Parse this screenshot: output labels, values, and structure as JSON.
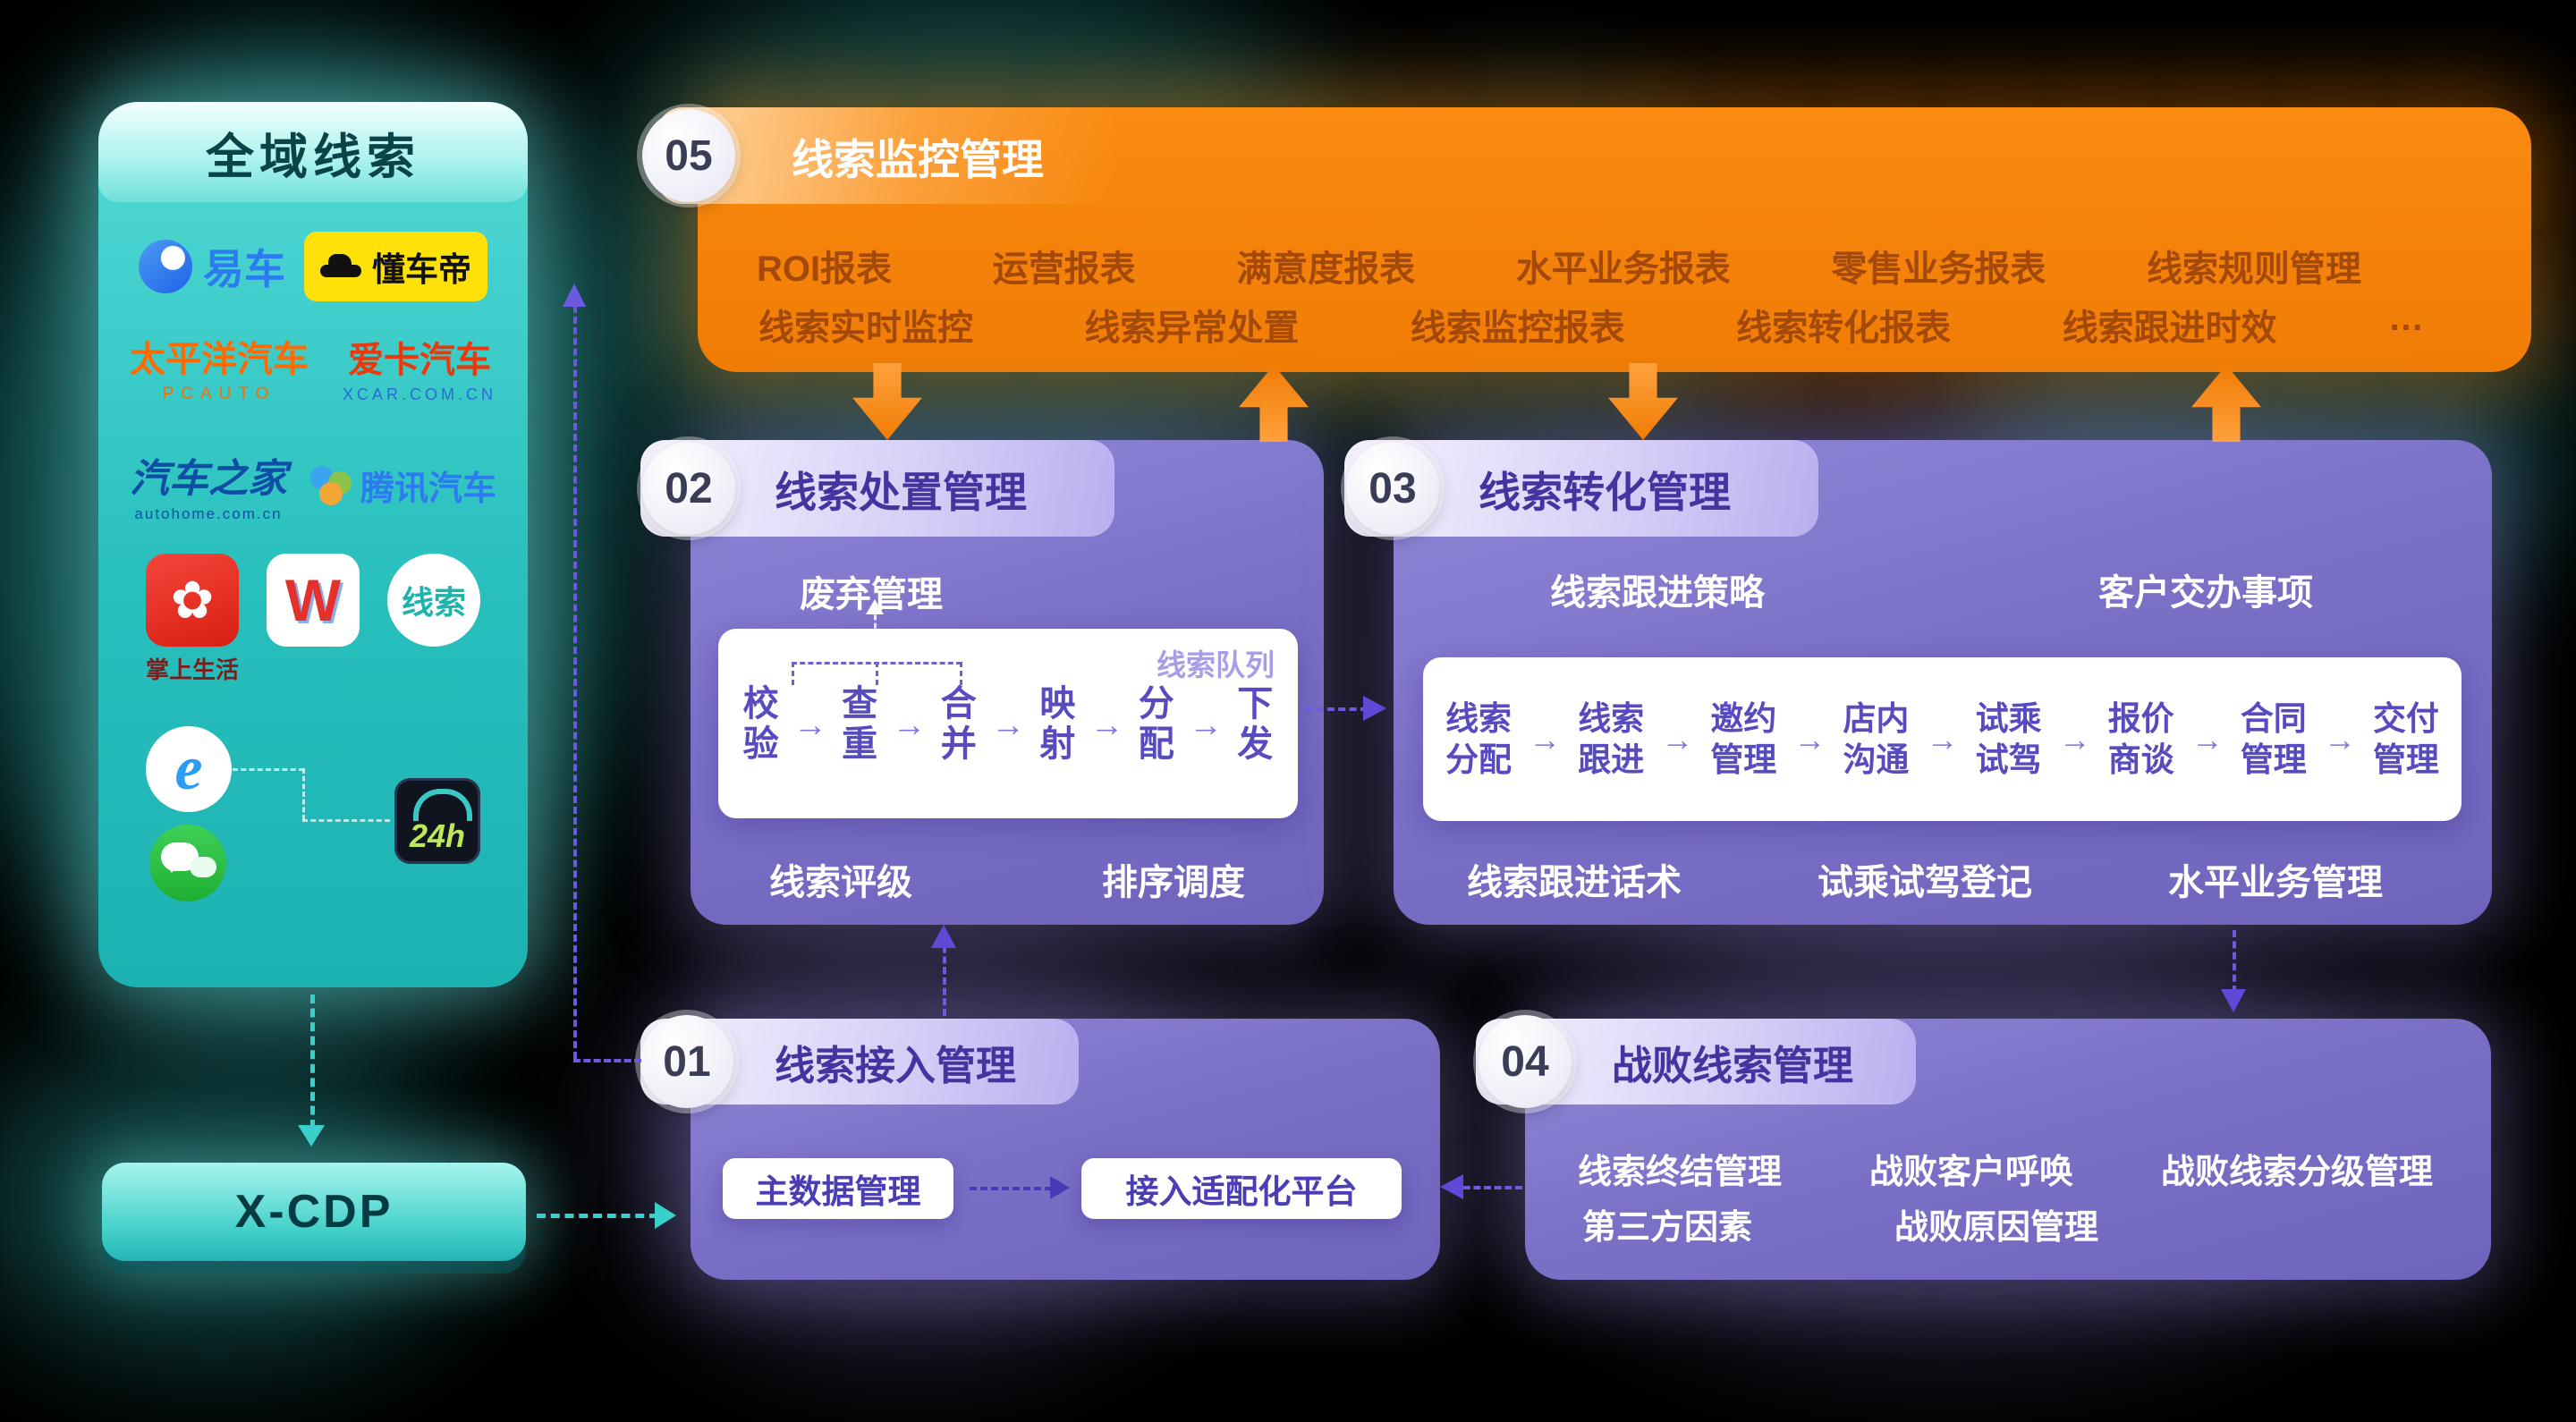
{
  "colors": {
    "teal": "#2EC6C2",
    "orange": "#F8830B",
    "purple_panel": "#7B70C8",
    "purple_text": "#43349F",
    "flow_text": "#584BC0"
  },
  "glyphs": {
    "arrow_right": "→",
    "flower": "✿",
    "ie_e": "e",
    "w_letter": "W",
    "service_24h": "24h"
  },
  "source_panel": {
    "title": "全域线索",
    "logos": [
      {
        "name": "yiche",
        "text": "易车"
      },
      {
        "name": "dongchedi",
        "text": "懂车帝"
      },
      {
        "name": "pcauto",
        "text": "太平洋汽车",
        "sub": "PCAUTO"
      },
      {
        "name": "xcar",
        "text": "爱卡汽车",
        "sub": "XCAR.COM.CN"
      },
      {
        "name": "autohome",
        "text": "汽车之家",
        "sub": "autohome.com.cn"
      },
      {
        "name": "tencent_auto",
        "text": "腾讯汽车"
      },
      {
        "name": "zhangshang_shenghuo",
        "text": "掌上生活"
      },
      {
        "name": "xiansuo",
        "text": "线索"
      }
    ]
  },
  "xcdp": {
    "label": "X-CDP"
  },
  "panel05": {
    "number": "05",
    "title": "线索监控管理",
    "row1": [
      "ROI报表",
      "运营报表",
      "满意度报表",
      "水平业务报表",
      "零售业务报表",
      "线索规则管理"
    ],
    "row2": [
      "线索实时监控",
      "线索异常处置",
      "线索监控报表",
      "线索转化报表",
      "线索跟进时效",
      "…"
    ]
  },
  "panel02": {
    "number": "02",
    "title": "线索处置管理",
    "discard_label": "废弃管理",
    "queue_label": "线索队列",
    "flow": [
      "校验",
      "查重",
      "合并",
      "映射",
      "分配",
      "下发"
    ],
    "bottom_left": "线索评级",
    "bottom_right": "排序调度"
  },
  "panel03": {
    "number": "03",
    "title": "线索转化管理",
    "strategy_label": "线索跟进策略",
    "task_label": "客户交办事项",
    "flow": [
      "线索分配",
      "线索跟进",
      "邀约管理",
      "店内沟通",
      "试乘试驾",
      "报价商谈",
      "合同管理",
      "交付管理"
    ],
    "bottom": [
      "线索跟进话术",
      "试乘试驾登记",
      "水平业务管理"
    ]
  },
  "panel01": {
    "number": "01",
    "title": "线索接入管理",
    "box1": "主数据管理",
    "box2": "接入适配化平台"
  },
  "panel04": {
    "number": "04",
    "title": "战败线索管理",
    "row1": [
      "线索终结管理",
      "战败客户呼唤",
      "战败线索分级管理"
    ],
    "row2": [
      "第三方因素",
      "战败原因管理"
    ]
  }
}
